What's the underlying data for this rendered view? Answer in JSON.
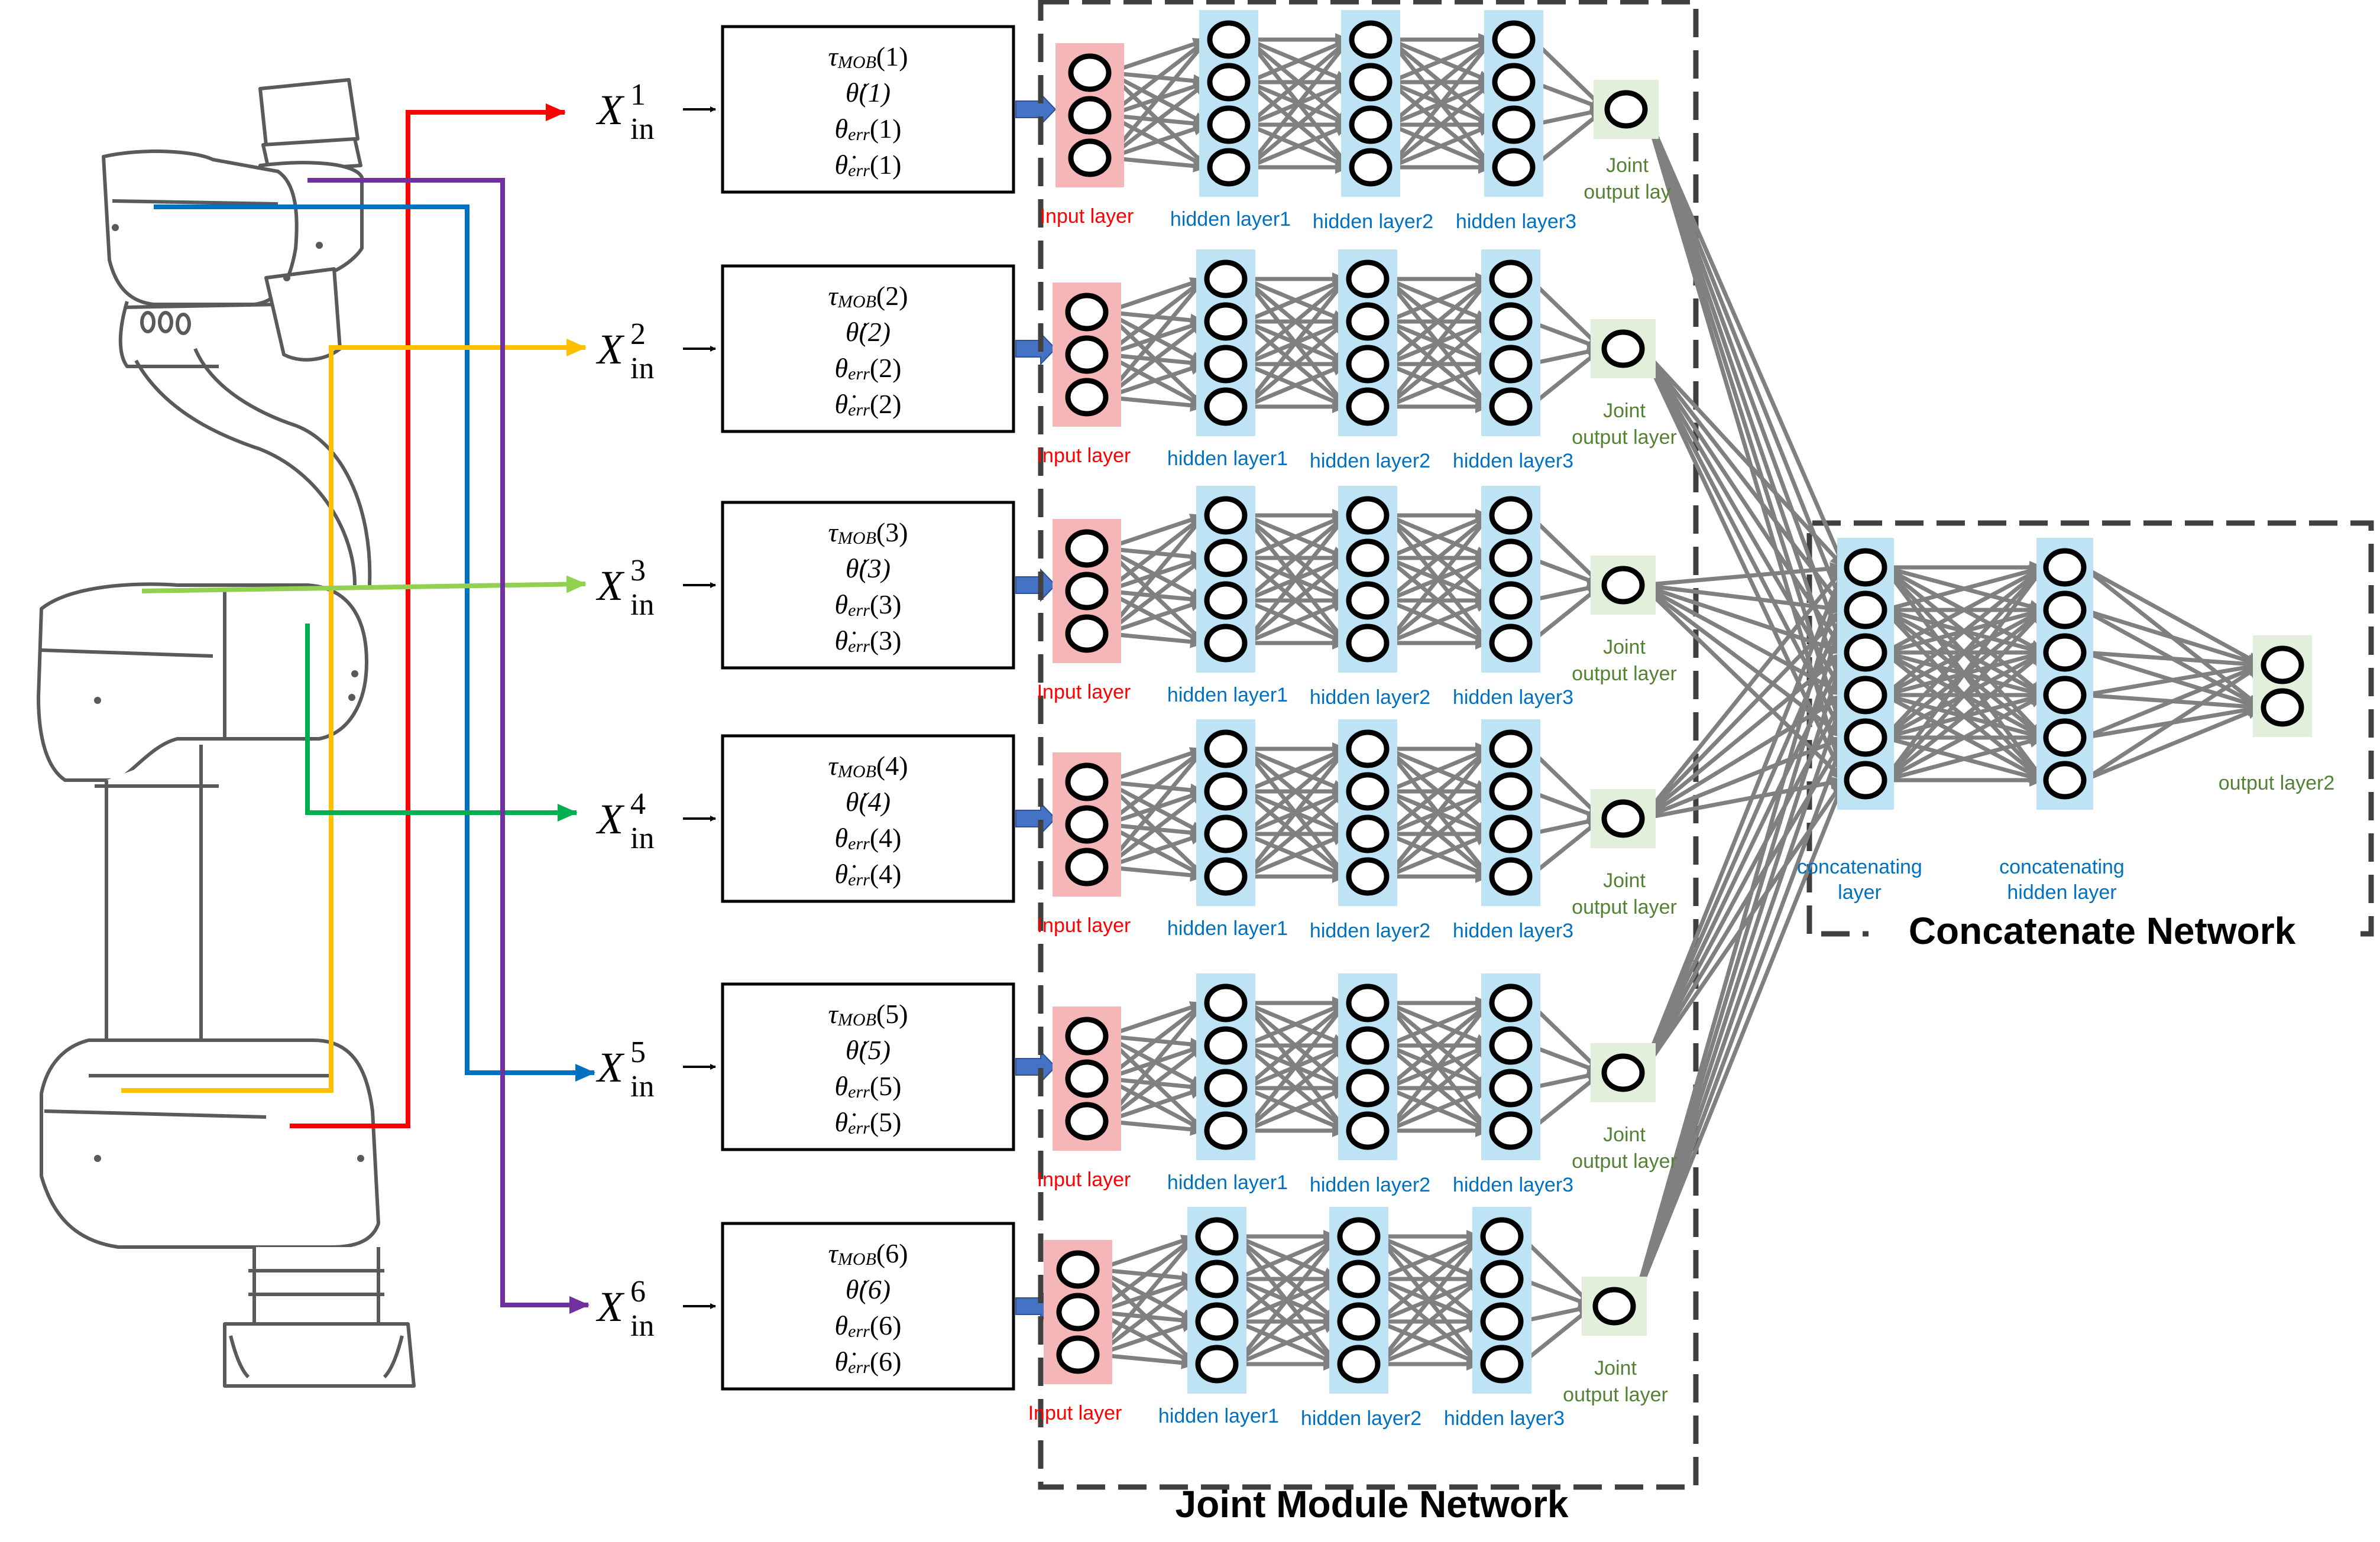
{
  "inputs": [
    {
      "label_base": "X",
      "label_sub": "in",
      "label_sup": "1"
    },
    {
      "label_base": "X",
      "label_sub": "in",
      "label_sup": "2"
    },
    {
      "label_base": "X",
      "label_sub": "in",
      "label_sup": "3"
    },
    {
      "label_base": "X",
      "label_sub": "in",
      "label_sup": "4"
    },
    {
      "label_base": "X",
      "label_sub": "in",
      "label_sup": "5"
    },
    {
      "label_base": "X",
      "label_sub": "in",
      "label_sup": "6"
    }
  ],
  "feature_boxes": [
    {
      "line1": "τ",
      "line1_sub": "MOB",
      "line1_arg": "(1)",
      "line2": "θ̇(1)",
      "line3": "θ",
      "line3_sub": "err",
      "line3_arg": "(1)",
      "line4": "θ̇",
      "line4_sub": "err",
      "line4_arg": "(1)"
    },
    {
      "line1": "τ",
      "line1_sub": "MOB",
      "line1_arg": "(2)",
      "line2": "θ̇(2)",
      "line3": "θ",
      "line3_sub": "err",
      "line3_arg": "(2)",
      "line4": "θ̇",
      "line4_sub": "err",
      "line4_arg": "(2)"
    },
    {
      "line1": "τ",
      "line1_sub": "MOB",
      "line1_arg": "(3)",
      "line2": "θ̇(3)",
      "line3": "θ",
      "line3_sub": "err",
      "line3_arg": "(3)",
      "line4": "θ̇",
      "line4_sub": "err",
      "line4_arg": "(3)"
    },
    {
      "line1": "τ",
      "line1_sub": "MOB",
      "line1_arg": "(4)",
      "line2": "θ̇(4)",
      "line3": "θ",
      "line3_sub": "err",
      "line3_arg": "(4)",
      "line4": "θ̇",
      "line4_sub": "err",
      "line4_arg": "(4)"
    },
    {
      "line1": "τ",
      "line1_sub": "MOB",
      "line1_arg": "(5)",
      "line2": "θ̇(5)",
      "line3": "θ",
      "line3_sub": "err",
      "line3_arg": "(5)",
      "line4": "θ̇",
      "line4_sub": "err",
      "line4_arg": "(5)"
    },
    {
      "line1": "τ",
      "line1_sub": "MOB",
      "line1_arg": "(6)",
      "line2": "θ̇(6)",
      "line3": "θ",
      "line3_sub": "err",
      "line3_arg": "(6)",
      "line4": "θ̇",
      "line4_sub": "err",
      "line4_arg": "(6)"
    }
  ],
  "joint_module": {
    "title": "Joint Module Network",
    "input_layer_label": "Input layer",
    "hidden_layer_labels": [
      "hidden layer1",
      "hidden layer2",
      "hidden layer3"
    ],
    "output_label_line1": "Joint",
    "output_label_line2": "output layer",
    "output_label_row1_line2": "output lay",
    "input_nodes": 3,
    "hidden_nodes": 4,
    "output_nodes": 1
  },
  "concatenate": {
    "title": "Concatenate Network",
    "concat_label_line1": "concatenating",
    "concat_label_line2": "layer",
    "hidden_label_line1": "concatenating",
    "hidden_label_line2": "hidden layer",
    "output_label": "output layer2",
    "concat_nodes": 6,
    "hidden_nodes": 6,
    "output_nodes": 2
  },
  "colors": {
    "wire_red": "#ff0000",
    "wire_blue": "#0070c0",
    "wire_yellow": "#ffc000",
    "wire_lightgreen": "#92d050",
    "wire_green": "#00b050",
    "wire_purple": "#7030a0",
    "input_layer_bg": "#f4b6b6",
    "hidden_layer_bg": "#bde3f5",
    "output_layer_bg": "#e2efda",
    "input_label": "#ff0000",
    "hidden_label": "#0070c0",
    "output_label": "#548235",
    "edge": "#808080",
    "small_arrow": "#4472c4"
  },
  "icons": {
    "robot": "robot-arm-icon",
    "arrow": "right-arrow-icon"
  }
}
